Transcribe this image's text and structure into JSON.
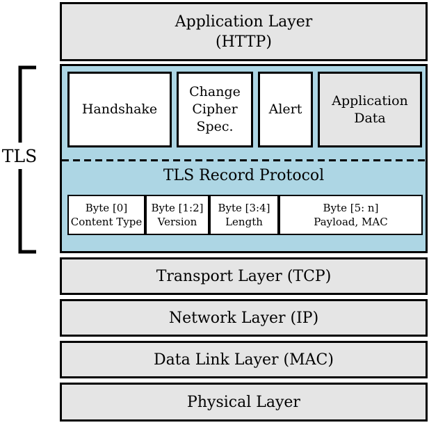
{
  "bracket": {
    "label": "TLS"
  },
  "application_layer": {
    "line1": "Application Layer",
    "line2": "(HTTP)"
  },
  "tls": {
    "messages": [
      {
        "label": "Handshake"
      },
      {
        "label": "Change Cipher Spec."
      },
      {
        "label": "Alert"
      },
      {
        "label": "Application Data"
      }
    ],
    "record_protocol_label": "TLS Record Protocol",
    "byte_fields": [
      {
        "bytes": "Byte [0]",
        "field": "Content Type"
      },
      {
        "bytes": "Byte [1:2]",
        "field": "Version"
      },
      {
        "bytes": "Byte [3:4]",
        "field": "Length"
      },
      {
        "bytes": "Byte [5: n]",
        "field": "Payload, MAC"
      }
    ]
  },
  "layers": [
    "Transport Layer (TCP)",
    "Network Layer (IP)",
    "Data Link Layer (MAC)",
    "Physical Layer"
  ],
  "colors": {
    "tls_background": "#add6e4",
    "layer_background": "#e5e5e5",
    "message_background": "#ffffff",
    "border": "#000000"
  }
}
